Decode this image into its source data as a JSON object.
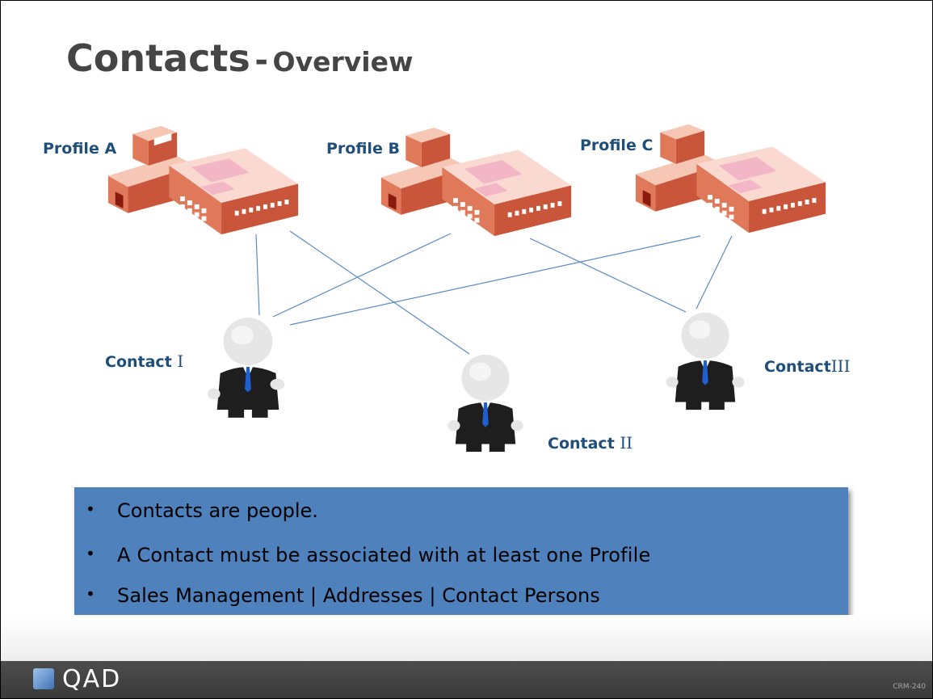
{
  "title": {
    "main": "Contacts",
    "separator": "-",
    "sub": "Overview"
  },
  "profiles": [
    {
      "label": "Profile A"
    },
    {
      "label": "Profile B"
    },
    {
      "label": "Profile C"
    }
  ],
  "contacts": [
    {
      "label": "Contact",
      "numeral": "I"
    },
    {
      "label": "Contact",
      "numeral": "II"
    },
    {
      "label": "Contact",
      "numeral": "III"
    }
  ],
  "bullets": [
    "Contacts are people.",
    "A Contact must be associated with at least one Profile",
    "Sales Management | Addresses | Contact Persons"
  ],
  "bullet_symbol": "•",
  "footer": {
    "logo_text": "QAD",
    "slide_id": "CRM-240"
  },
  "colors": {
    "title": "#454545",
    "labels": "#1f4e79",
    "connector": "#5b8ac4",
    "box": "#4f81bd",
    "footer": "#404040",
    "building": "#e0785a"
  },
  "icons": [
    "building-icon",
    "person-icon",
    "qad-logo-icon"
  ]
}
